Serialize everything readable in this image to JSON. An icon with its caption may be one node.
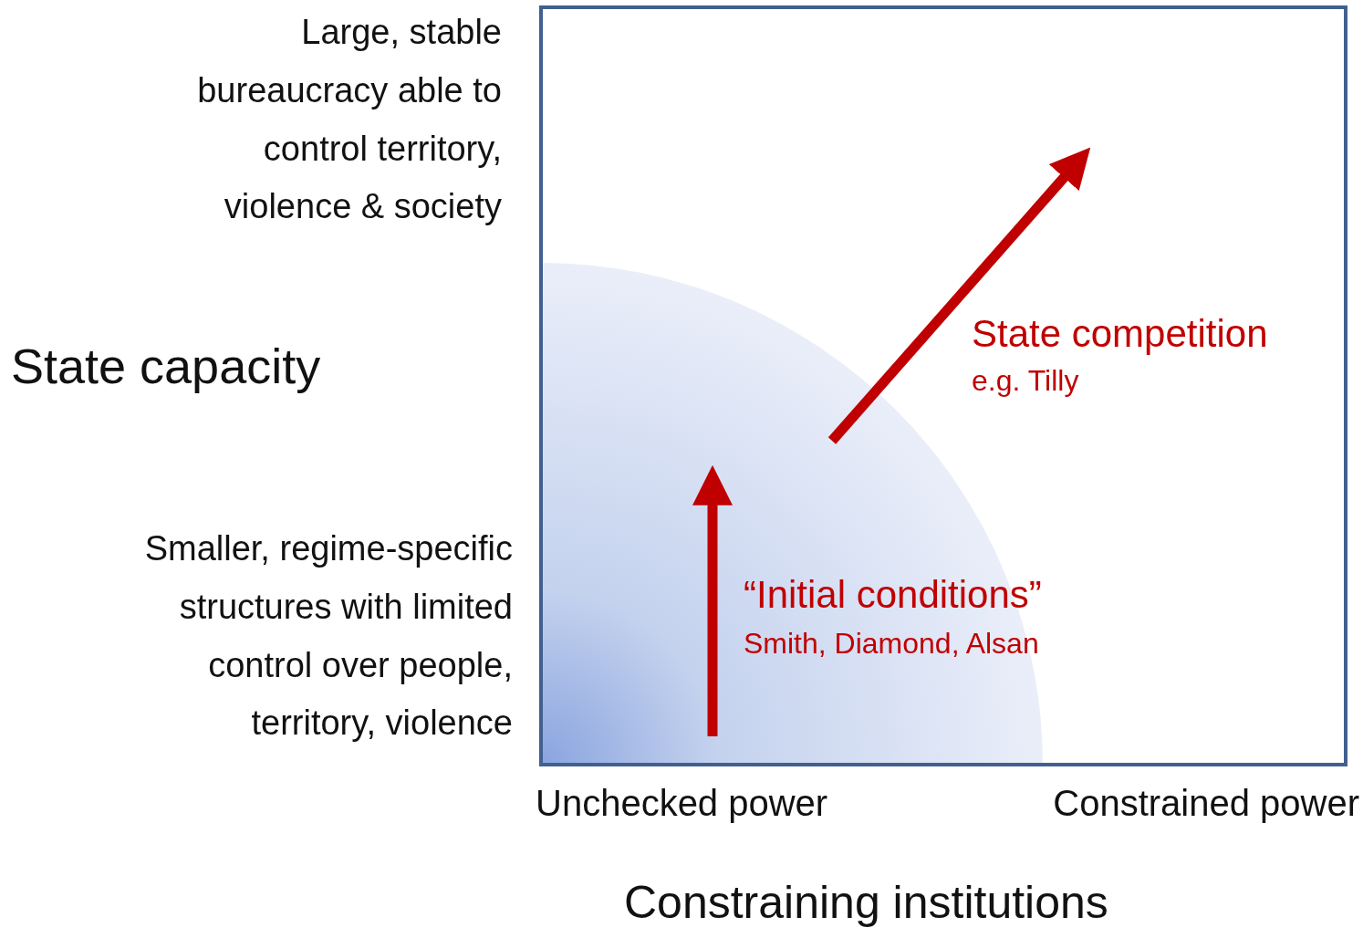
{
  "diagram": {
    "labels": [
      "Large, stable bureaucracy able to control territory, violence & society",
      "State capacity",
      "State competition",
      "e.g. Tilly",
      "“Initial conditions”",
      "Smith, Diamond, Alsan",
      "Smaller, regime-specific structures with limited control over people, territory, violence",
      "Unchecked power",
      "Constrained power",
      "Constraining institutions"
    ]
  }
}
